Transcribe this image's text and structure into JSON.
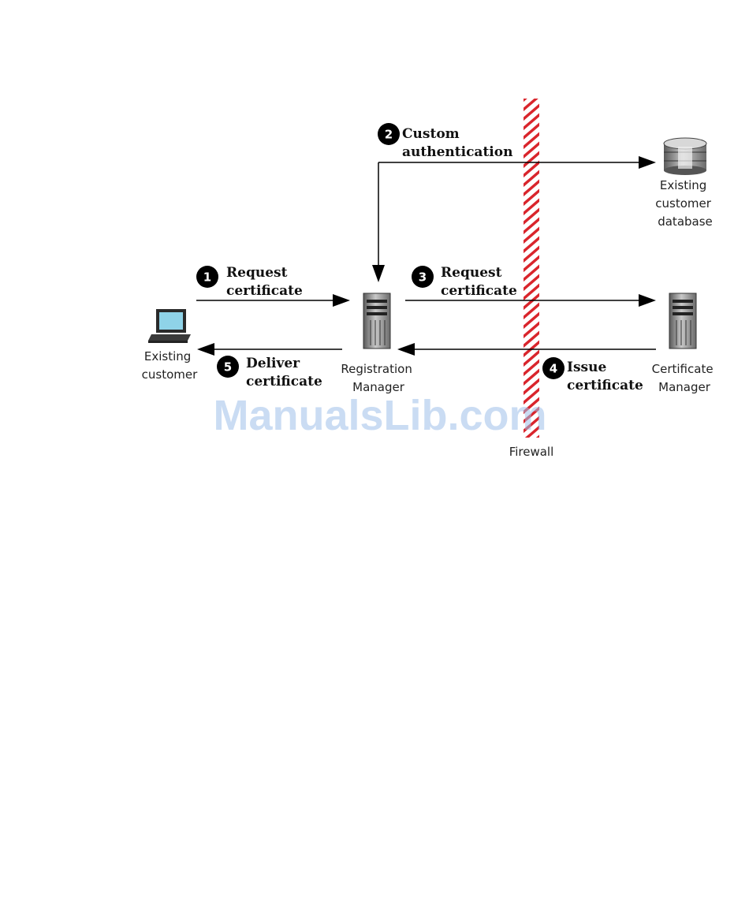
{
  "nodes": {
    "customer": [
      "Existing",
      "customer"
    ],
    "registration_manager": [
      "Registration",
      "Manager"
    ],
    "database": [
      "Existing",
      "customer",
      "database"
    ],
    "certificate_manager": [
      "Certificate",
      "Manager"
    ],
    "firewall": "Firewall"
  },
  "steps": [
    {
      "num": "1",
      "lines": [
        "Request",
        "certificate"
      ]
    },
    {
      "num": "2",
      "lines": [
        "Custom",
        "authentication"
      ]
    },
    {
      "num": "3",
      "lines": [
        "Request",
        "certificate"
      ]
    },
    {
      "num": "4",
      "lines": [
        "Issue",
        "certificate"
      ]
    },
    {
      "num": "5",
      "lines": [
        "Deliver",
        "certificate"
      ]
    }
  ],
  "watermark": "ManualsLib.com",
  "colors": {
    "firewall": "#d9252c",
    "arrow": "#000000",
    "screen": "#8fd3e8",
    "watermark": "#9fc0ea"
  }
}
